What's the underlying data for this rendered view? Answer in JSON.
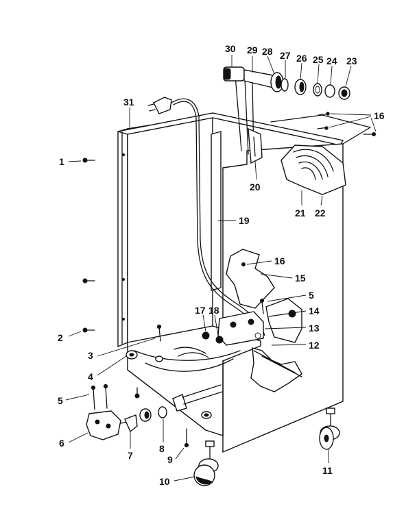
{
  "diagram": {
    "colors": {
      "ink": "#111111",
      "paper": "#ffffff"
    },
    "callouts": [
      "1",
      "2",
      "3",
      "4",
      "5",
      "5",
      "6",
      "7",
      "8",
      "9",
      "10",
      "11",
      "12",
      "13",
      "14",
      "15",
      "16",
      "16",
      "17",
      "18",
      "19",
      "20",
      "21",
      "22",
      "23",
      "24",
      "25",
      "26",
      "27",
      "28",
      "29",
      "30",
      "31"
    ]
  }
}
